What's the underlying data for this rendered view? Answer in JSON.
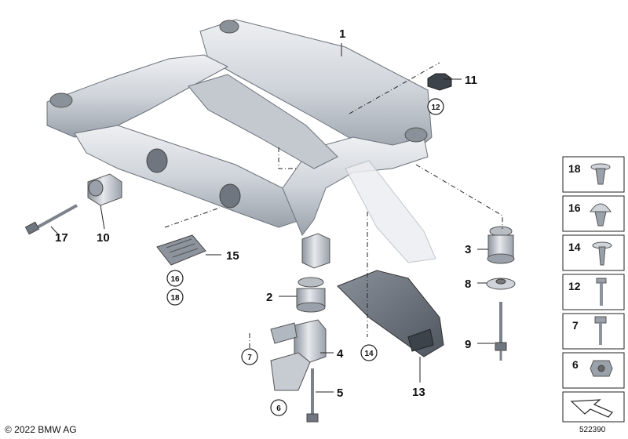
{
  "callouts": {
    "c1": "1",
    "c2": "2",
    "c3": "3",
    "c4": "4",
    "c5": "5",
    "c8": "8",
    "c9": "9",
    "c10": "10",
    "c11": "11",
    "c13": "13",
    "c15": "15",
    "c17": "17"
  },
  "circled": {
    "c6": "6",
    "c7": "7",
    "c12": "12",
    "c14": "14",
    "c16": "16",
    "c18": "18"
  },
  "legend": {
    "items": [
      "18",
      "16",
      "14",
      "12",
      "7",
      "6"
    ]
  },
  "footer": {
    "copyright": "© 2022 BMW AG",
    "diagram_id": "522390"
  },
  "colors": {
    "part_fill": "#d9dde2",
    "part_shade": "#aeb4bc",
    "part_dark": "#6f7680",
    "line": "#222222"
  }
}
